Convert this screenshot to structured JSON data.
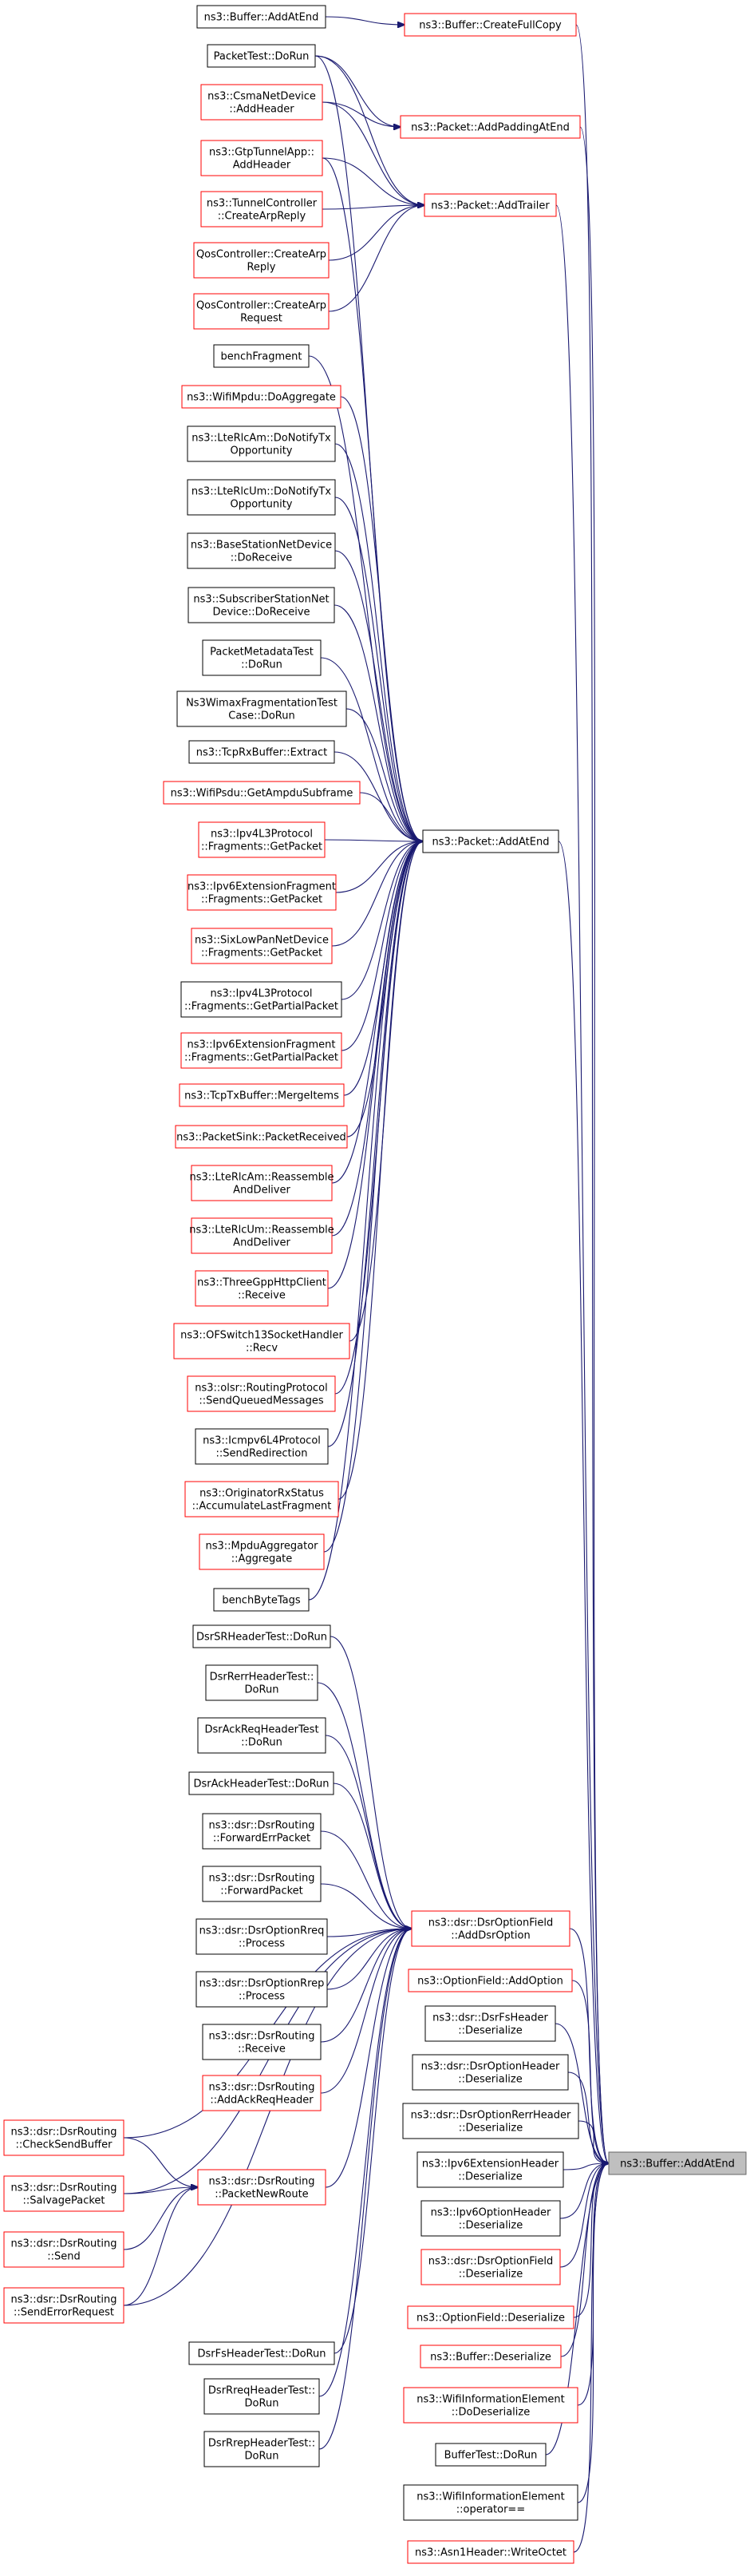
{
  "diagram": {
    "type": "doxygen-caller-graph",
    "colors": {
      "edge": "#191970",
      "node_border_default": "#000000",
      "node_border_truncated": "#ff0000",
      "focus_fill": "#bfbfbf",
      "node_fill": "#ffffff"
    },
    "nodes": [
      {
        "id": "target",
        "lines": [
          "ns3::Buffer::AddAtEnd"
        ],
        "border": "gray",
        "focus": true
      },
      {
        "id": "createFullCopy",
        "lines": [
          "ns3::Buffer::CreateFullCopy"
        ],
        "border": "red"
      },
      {
        "id": "addPaddingAtEnd",
        "lines": [
          "ns3::Packet::AddPaddingAtEnd"
        ],
        "border": "red"
      },
      {
        "id": "addTrailer",
        "lines": [
          "ns3::Packet::AddTrailer"
        ],
        "border": "red"
      },
      {
        "id": "packetAddAtEnd",
        "lines": [
          "ns3::Packet::AddAtEnd"
        ],
        "border": "black"
      },
      {
        "id": "addDsrOption",
        "lines": [
          "ns3::dsr::DsrOptionField",
          "::AddDsrOption"
        ],
        "border": "red"
      },
      {
        "id": "optionFieldAddOption",
        "lines": [
          "ns3::OptionField::AddOption"
        ],
        "border": "red"
      },
      {
        "id": "dsrFsHeaderDeser",
        "lines": [
          "ns3::dsr::DsrFsHeader",
          "::Deserialize"
        ],
        "border": "black"
      },
      {
        "id": "dsrOptionHeaderDeser",
        "lines": [
          "ns3::dsr::DsrOptionHeader",
          "::Deserialize"
        ],
        "border": "black"
      },
      {
        "id": "dsrOptionRerrDeser",
        "lines": [
          "ns3::dsr::DsrOptionRerrHeader",
          "::Deserialize"
        ],
        "border": "black"
      },
      {
        "id": "ipv6ExtHeaderDeser",
        "lines": [
          "ns3::Ipv6ExtensionHeader",
          "::Deserialize"
        ],
        "border": "black"
      },
      {
        "id": "ipv6OptionHeaderDeser",
        "lines": [
          "ns3::Ipv6OptionHeader",
          "::Deserialize"
        ],
        "border": "black"
      },
      {
        "id": "dsrOptionFieldDeser",
        "lines": [
          "ns3::dsr::DsrOptionField",
          "::Deserialize"
        ],
        "border": "red"
      },
      {
        "id": "optionFieldDeser",
        "lines": [
          "ns3::OptionField::Deserialize"
        ],
        "border": "red"
      },
      {
        "id": "bufferDeser",
        "lines": [
          "ns3::Buffer::Deserialize"
        ],
        "border": "red"
      },
      {
        "id": "wifiInfoDoDeser",
        "lines": [
          "ns3::WifiInformationElement",
          "::DoDeserialize"
        ],
        "border": "red"
      },
      {
        "id": "bufferTestDoRun",
        "lines": [
          "BufferTest::DoRun"
        ],
        "border": "black"
      },
      {
        "id": "wifiInfoOpEq",
        "lines": [
          "ns3::WifiInformationElement",
          "::operator=="
        ],
        "border": "black"
      },
      {
        "id": "asn1WriteOctet",
        "lines": [
          "ns3::Asn1Header::WriteOctet"
        ],
        "border": "red"
      },
      {
        "id": "bufferAddAtEndL",
        "lines": [
          "ns3::Buffer::AddAtEnd"
        ],
        "border": "black"
      },
      {
        "id": "packetTestDoRun",
        "lines": [
          "PacketTest::DoRun"
        ],
        "border": "black"
      },
      {
        "id": "csmaAddHeader",
        "lines": [
          "ns3::CsmaNetDevice",
          "::AddHeader"
        ],
        "border": "red"
      },
      {
        "id": "gtpAddHeader",
        "lines": [
          "ns3::GtpTunnelApp::",
          "AddHeader"
        ],
        "border": "red"
      },
      {
        "id": "tunnelCreateArp",
        "lines": [
          "ns3::TunnelController",
          "::CreateArpReply"
        ],
        "border": "red"
      },
      {
        "id": "qosArpReply",
        "lines": [
          "QosController::CreateArp",
          "Reply"
        ],
        "border": "red"
      },
      {
        "id": "qosArpRequest",
        "lines": [
          "QosController::CreateArp",
          "Request"
        ],
        "border": "red"
      },
      {
        "id": "benchFragment",
        "lines": [
          "benchFragment"
        ],
        "border": "black"
      },
      {
        "id": "wifiMpduDoAgg",
        "lines": [
          "ns3::WifiMpdu::DoAggregate"
        ],
        "border": "red"
      },
      {
        "id": "lteRlcAmNotify",
        "lines": [
          "ns3::LteRlcAm::DoNotifyTx",
          "Opportunity"
        ],
        "border": "black"
      },
      {
        "id": "lteRlcUmNotify",
        "lines": [
          "ns3::LteRlcUm::DoNotifyTx",
          "Opportunity"
        ],
        "border": "black"
      },
      {
        "id": "bsDoReceive",
        "lines": [
          "ns3::BaseStationNetDevice",
          "::DoReceive"
        ],
        "border": "black"
      },
      {
        "id": "ssDoReceive",
        "lines": [
          "ns3::SubscriberStationNet",
          "Device::DoReceive"
        ],
        "border": "black"
      },
      {
        "id": "pktMetaTest",
        "lines": [
          "PacketMetadataTest",
          "::DoRun"
        ],
        "border": "black"
      },
      {
        "id": "wimaxFragTest",
        "lines": [
          "Ns3WimaxFragmentationTest",
          "Case::DoRun"
        ],
        "border": "black"
      },
      {
        "id": "tcpRxExtract",
        "lines": [
          "ns3::TcpRxBuffer::Extract"
        ],
        "border": "black"
      },
      {
        "id": "wifiPsduGetAmpdu",
        "lines": [
          "ns3::WifiPsdu::GetAmpduSubframe"
        ],
        "border": "red"
      },
      {
        "id": "ipv4L3Frag",
        "lines": [
          "ns3::Ipv4L3Protocol",
          "::Fragments::GetPacket"
        ],
        "border": "red"
      },
      {
        "id": "ipv6ExtFrag",
        "lines": [
          "ns3::Ipv6ExtensionFragment",
          "::Fragments::GetPacket"
        ],
        "border": "red"
      },
      {
        "id": "sixLowPanFrag",
        "lines": [
          "ns3::SixLowPanNetDevice",
          "::Fragments::GetPacket"
        ],
        "border": "red"
      },
      {
        "id": "ipv4L3Partial",
        "lines": [
          "ns3::Ipv4L3Protocol",
          "::Fragments::GetPartialPacket"
        ],
        "border": "black"
      },
      {
        "id": "ipv6ExtPartial",
        "lines": [
          "ns3::Ipv6ExtensionFragment",
          "::Fragments::GetPartialPacket"
        ],
        "border": "red"
      },
      {
        "id": "tcpTxMerge",
        "lines": [
          "ns3::TcpTxBuffer::MergeItems"
        ],
        "border": "red"
      },
      {
        "id": "packetSinkRecv",
        "lines": [
          "ns3::PacketSink::PacketReceived"
        ],
        "border": "red"
      },
      {
        "id": "lteRlcAmReasm",
        "lines": [
          "ns3::LteRlcAm::Reassemble",
          "AndDeliver"
        ],
        "border": "red"
      },
      {
        "id": "lteRlcUmReasm",
        "lines": [
          "ns3::LteRlcUm::Reassemble",
          "AndDeliver"
        ],
        "border": "red"
      },
      {
        "id": "threeGppRecv",
        "lines": [
          "ns3::ThreeGppHttpClient",
          "::Receive"
        ],
        "border": "red"
      },
      {
        "id": "ofSwitchRecv",
        "lines": [
          "ns3::OFSwitch13SocketHandler",
          "::Recv"
        ],
        "border": "red"
      },
      {
        "id": "olsrSendQueued",
        "lines": [
          "ns3::olsr::RoutingProtocol",
          "::SendQueuedMessages"
        ],
        "border": "red"
      },
      {
        "id": "icmpv6SendRedir",
        "lines": [
          "ns3::Icmpv6L4Protocol",
          "::SendRedirection"
        ],
        "border": "black"
      },
      {
        "id": "origRxAccum",
        "lines": [
          "ns3::OriginatorRxStatus",
          "::AccumulateLastFragment"
        ],
        "border": "red"
      },
      {
        "id": "mpduAggAggregate",
        "lines": [
          "ns3::MpduAggregator",
          "::Aggregate"
        ],
        "border": "red"
      },
      {
        "id": "benchByteTags",
        "lines": [
          "benchByteTags"
        ],
        "border": "black"
      },
      {
        "id": "dsrSRTest",
        "lines": [
          "DsrSRHeaderTest::DoRun"
        ],
        "border": "black"
      },
      {
        "id": "dsrRerrTest",
        "lines": [
          "DsrRerrHeaderTest::",
          "DoRun"
        ],
        "border": "black"
      },
      {
        "id": "dsrAckReqTest",
        "lines": [
          "DsrAckReqHeaderTest",
          "::DoRun"
        ],
        "border": "black"
      },
      {
        "id": "dsrAckTest",
        "lines": [
          "DsrAckHeaderTest::DoRun"
        ],
        "border": "black"
      },
      {
        "id": "dsrFwdErr",
        "lines": [
          "ns3::dsr::DsrRouting",
          "::ForwardErrPacket"
        ],
        "border": "black"
      },
      {
        "id": "dsrFwdPacket",
        "lines": [
          "ns3::dsr::DsrRouting",
          "::ForwardPacket"
        ],
        "border": "black"
      },
      {
        "id": "dsrOptRreq",
        "lines": [
          "ns3::dsr::DsrOptionRreq",
          "::Process"
        ],
        "border": "black"
      },
      {
        "id": "dsrOptRrep",
        "lines": [
          "ns3::dsr::DsrOptionRrep",
          "::Process"
        ],
        "border": "black"
      },
      {
        "id": "dsrRoutingRecv",
        "lines": [
          "ns3::dsr::DsrRouting",
          "::Receive"
        ],
        "border": "black"
      },
      {
        "id": "dsrAddAckReq",
        "lines": [
          "ns3::dsr::DsrRouting",
          "::AddAckReqHeader"
        ],
        "border": "red"
      },
      {
        "id": "dsrPacketNewRoute",
        "lines": [
          "ns3::dsr::DsrRouting",
          "::PacketNewRoute"
        ],
        "border": "red"
      },
      {
        "id": "dsrCheckSendBuf",
        "lines": [
          "ns3::dsr::DsrRouting",
          "::CheckSendBuffer"
        ],
        "border": "red"
      },
      {
        "id": "dsrSalvage",
        "lines": [
          "ns3::dsr::DsrRouting",
          "::SalvagePacket"
        ],
        "border": "red"
      },
      {
        "id": "dsrSend",
        "lines": [
          "ns3::dsr::DsrRouting",
          "::Send"
        ],
        "border": "red"
      },
      {
        "id": "dsrSendErr",
        "lines": [
          "ns3::dsr::DsrRouting",
          "::SendErrorRequest"
        ],
        "border": "red"
      },
      {
        "id": "dsrFsTest",
        "lines": [
          "DsrFsHeaderTest::DoRun"
        ],
        "border": "black"
      },
      {
        "id": "dsrRreqTest",
        "lines": [
          "DsrRreqHeaderTest::",
          "DoRun"
        ],
        "border": "black"
      },
      {
        "id": "dsrRrepTest",
        "lines": [
          "DsrRrepHeaderTest::",
          "DoRun"
        ],
        "border": "black"
      }
    ],
    "edges": [
      [
        "createFullCopy",
        "target"
      ],
      [
        "addPaddingAtEnd",
        "target"
      ],
      [
        "addTrailer",
        "target"
      ],
      [
        "packetAddAtEnd",
        "target"
      ],
      [
        "addDsrOption",
        "target"
      ],
      [
        "optionFieldAddOption",
        "target"
      ],
      [
        "dsrFsHeaderDeser",
        "target"
      ],
      [
        "dsrOptionHeaderDeser",
        "target"
      ],
      [
        "dsrOptionRerrDeser",
        "target"
      ],
      [
        "ipv6ExtHeaderDeser",
        "target"
      ],
      [
        "ipv6OptionHeaderDeser",
        "target"
      ],
      [
        "dsrOptionFieldDeser",
        "target"
      ],
      [
        "optionFieldDeser",
        "target"
      ],
      [
        "bufferDeser",
        "target"
      ],
      [
        "wifiInfoDoDeser",
        "target"
      ],
      [
        "bufferTestDoRun",
        "target"
      ],
      [
        "wifiInfoOpEq",
        "target"
      ],
      [
        "asn1WriteOctet",
        "target"
      ],
      [
        "bufferAddAtEndL",
        "createFullCopy"
      ],
      [
        "packetTestDoRun",
        "addPaddingAtEnd"
      ],
      [
        "csmaAddHeader",
        "addPaddingAtEnd"
      ],
      [
        "packetTestDoRun",
        "addTrailer"
      ],
      [
        "csmaAddHeader",
        "addTrailer"
      ],
      [
        "gtpAddHeader",
        "addTrailer"
      ],
      [
        "tunnelCreateArp",
        "addTrailer"
      ],
      [
        "qosArpReply",
        "addTrailer"
      ],
      [
        "qosArpRequest",
        "addTrailer"
      ],
      [
        "packetTestDoRun",
        "packetAddAtEnd"
      ],
      [
        "gtpAddHeader",
        "packetAddAtEnd"
      ],
      [
        "benchFragment",
        "packetAddAtEnd"
      ],
      [
        "wifiMpduDoAgg",
        "packetAddAtEnd"
      ],
      [
        "lteRlcAmNotify",
        "packetAddAtEnd"
      ],
      [
        "lteRlcUmNotify",
        "packetAddAtEnd"
      ],
      [
        "bsDoReceive",
        "packetAddAtEnd"
      ],
      [
        "ssDoReceive",
        "packetAddAtEnd"
      ],
      [
        "pktMetaTest",
        "packetAddAtEnd"
      ],
      [
        "wimaxFragTest",
        "packetAddAtEnd"
      ],
      [
        "tcpRxExtract",
        "packetAddAtEnd"
      ],
      [
        "wifiPsduGetAmpdu",
        "packetAddAtEnd"
      ],
      [
        "ipv4L3Frag",
        "packetAddAtEnd"
      ],
      [
        "ipv6ExtFrag",
        "packetAddAtEnd"
      ],
      [
        "sixLowPanFrag",
        "packetAddAtEnd"
      ],
      [
        "ipv4L3Partial",
        "packetAddAtEnd"
      ],
      [
        "ipv6ExtPartial",
        "packetAddAtEnd"
      ],
      [
        "tcpTxMerge",
        "packetAddAtEnd"
      ],
      [
        "packetSinkRecv",
        "packetAddAtEnd"
      ],
      [
        "lteRlcAmReasm",
        "packetAddAtEnd"
      ],
      [
        "lteRlcUmReasm",
        "packetAddAtEnd"
      ],
      [
        "threeGppRecv",
        "packetAddAtEnd"
      ],
      [
        "ofSwitchRecv",
        "packetAddAtEnd"
      ],
      [
        "olsrSendQueued",
        "packetAddAtEnd"
      ],
      [
        "icmpv6SendRedir",
        "packetAddAtEnd"
      ],
      [
        "origRxAccum",
        "packetAddAtEnd"
      ],
      [
        "mpduAggAggregate",
        "packetAddAtEnd"
      ],
      [
        "benchByteTags",
        "packetAddAtEnd"
      ],
      [
        "dsrSRTest",
        "addDsrOption"
      ],
      [
        "dsrRerrTest",
        "addDsrOption"
      ],
      [
        "dsrAckReqTest",
        "addDsrOption"
      ],
      [
        "dsrAckTest",
        "addDsrOption"
      ],
      [
        "dsrFwdErr",
        "addDsrOption"
      ],
      [
        "dsrFwdPacket",
        "addDsrOption"
      ],
      [
        "dsrOptRreq",
        "addDsrOption"
      ],
      [
        "dsrOptRrep",
        "addDsrOption"
      ],
      [
        "dsrRoutingRecv",
        "addDsrOption"
      ],
      [
        "dsrAddAckReq",
        "addDsrOption"
      ],
      [
        "dsrPacketNewRoute",
        "addDsrOption"
      ],
      [
        "dsrCheckSendBuf",
        "addDsrOption"
      ],
      [
        "dsrSalvage",
        "addDsrOption"
      ],
      [
        "dsrSendErr",
        "addDsrOption"
      ],
      [
        "dsrFsTest",
        "addDsrOption"
      ],
      [
        "dsrRreqTest",
        "addDsrOption"
      ],
      [
        "dsrRrepTest",
        "addDsrOption"
      ],
      [
        "dsrCheckSendBuf",
        "dsrPacketNewRoute"
      ],
      [
        "dsrSalvage",
        "dsrPacketNewRoute"
      ],
      [
        "dsrSend",
        "dsrPacketNewRoute"
      ],
      [
        "dsrSendErr",
        "dsrPacketNewRoute"
      ]
    ]
  }
}
